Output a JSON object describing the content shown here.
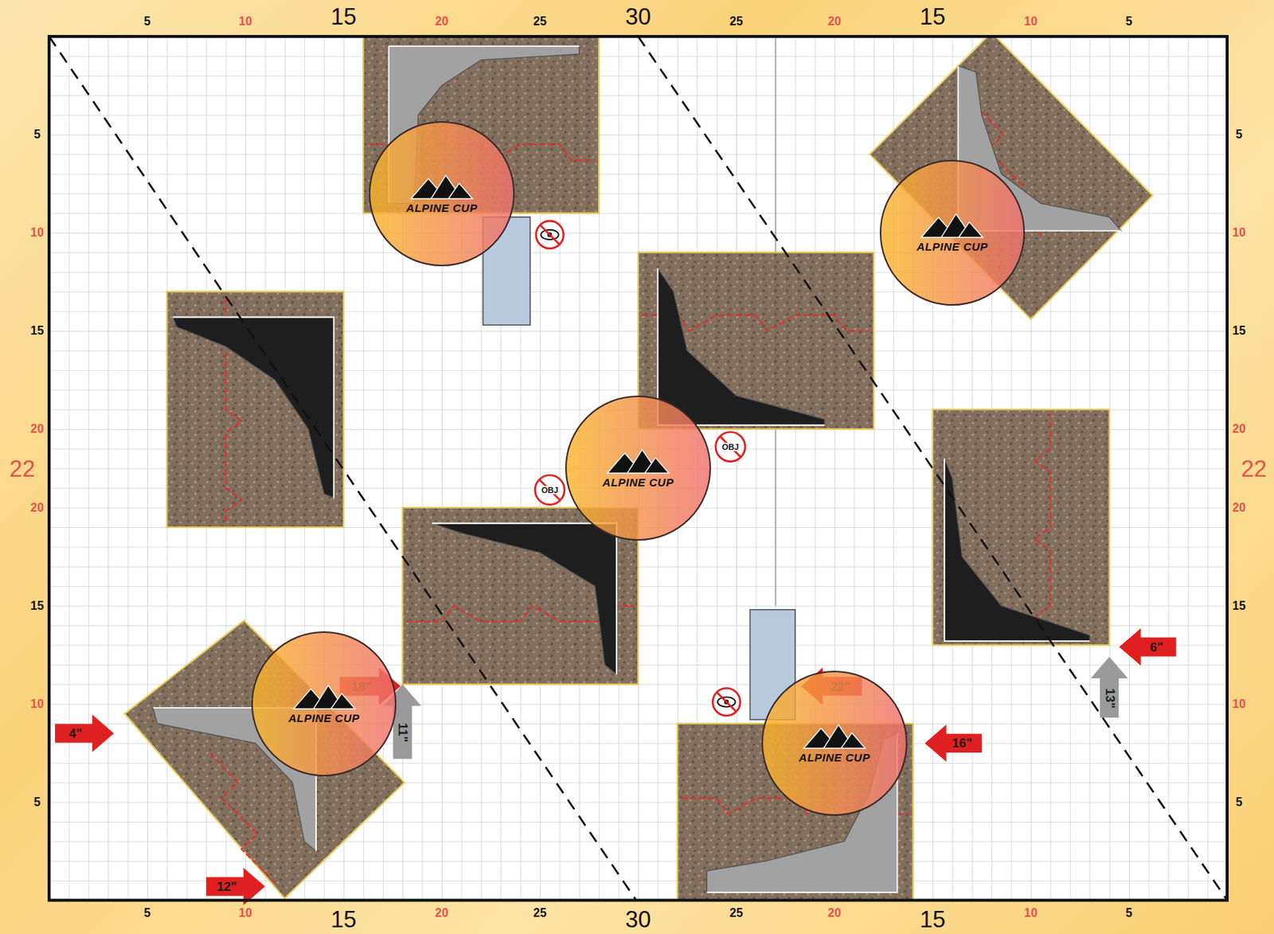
{
  "diagram": {
    "nodes": [
      {
        "text": [
          "ALPINE CUP"
        ]
      },
      {
        "text": [
          "ALPINE CUP"
        ]
      },
      {
        "text": [
          "ALPINE CUP"
        ]
      },
      {
        "text": [
          "ALPINE CUP"
        ]
      },
      {
        "text": [
          "ALPINE CUP"
        ]
      }
    ],
    "labels": [
      "5",
      "10",
      "15",
      "20",
      "25",
      "30",
      "25",
      "20",
      "15",
      "10",
      "5",
      "5",
      "10",
      "15",
      "20",
      "25",
      "30",
      "25",
      "20",
      "15",
      "10",
      "5",
      "5",
      "10",
      "15",
      "20",
      "22",
      "20",
      "15",
      "10",
      "5",
      "5",
      "10",
      "15",
      "20",
      "22",
      "20",
      "15",
      "10",
      "5",
      "4\"",
      "12\"",
      "18\"",
      "11\"",
      "22\"",
      "16\"",
      "6\"",
      "13\"",
      "OBJ",
      "OBJ"
    ]
  }
}
